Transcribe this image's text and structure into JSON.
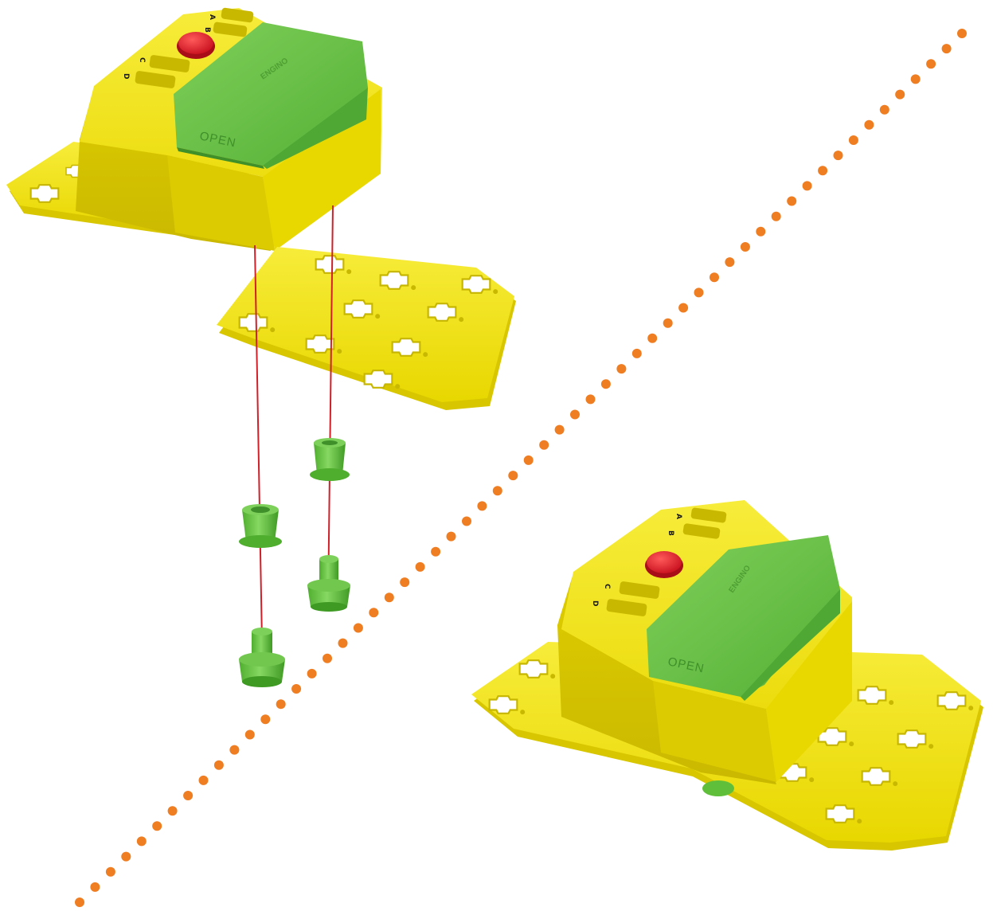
{
  "battery_box_exploded": {
    "port_letters": [
      "A",
      "B",
      "C",
      "D"
    ],
    "lid_label": "OPEN",
    "brand_label": "ENGINO"
  },
  "battery_box_assembled": {
    "port_letters": [
      "A",
      "B",
      "C",
      "D"
    ],
    "lid_label": "OPEN",
    "brand_label": "ENGINO"
  },
  "colors": {
    "body_yellow": "#f2e21b",
    "body_yellow_shade": "#d9c800",
    "body_yellow_dark": "#b9a900",
    "battery_green": "#6cc24a",
    "battery_green_dark": "#4ea332",
    "button_red": "#e0202e",
    "guide_line_red": "#d0202a",
    "divider_dots_orange": "#ef7d22",
    "peg_green": "#5fbf3a"
  }
}
